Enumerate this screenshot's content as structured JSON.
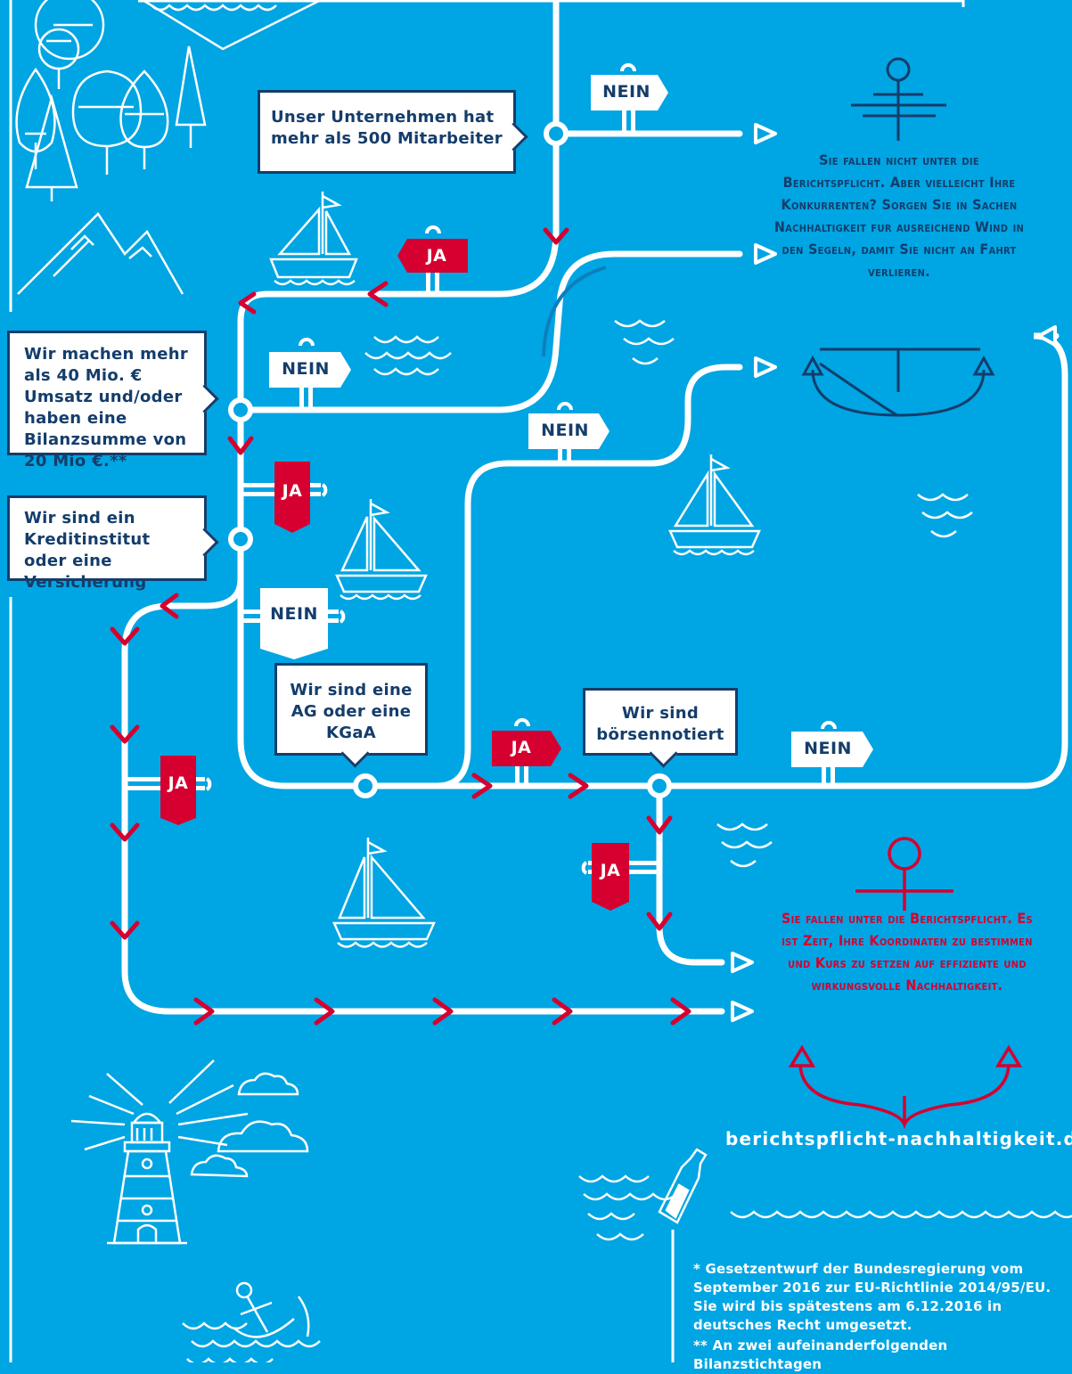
{
  "questions": {
    "employees": "Unser Unternehmen hat mehr als 500 Mitarbeiter",
    "revenue": "Wir machen mehr als 40 Mio. € Umsatz und/oder haben eine Bilanzsumme von 20 Mio €.**",
    "credit": "Wir sind ein Kreditinstitut oder eine Versicherung",
    "ag": "Wir sind eine AG oder eine KGaA",
    "listed": "Wir sind börsennotiert"
  },
  "signs": {
    "yes": "JA",
    "no": "NEIN"
  },
  "results": {
    "not_required": "Sie fallen nicht unter die Berichtspflicht. Aber vielleicht Ihre Konkurrenten? Sorgen Sie in Sachen Nachhaltigkeit fur ausreichend Wind in den Segeln, damit Sie nicht an Fahrt verlieren.",
    "required": "Sie fallen unter die Berichtspflicht. Es ist Zeit, Ihre Koordinaten zu bestimmen und Kurs zu setzen auf effiziente und wirkungsvolle Nachhaltigkeit."
  },
  "website": "berichtspflicht-nachhaltigkeit.de",
  "footnotes": {
    "star1": "* Gesetzentwurf der Bundesregierung vom September 2016 zur EU-Richtlinie 2014/95/EU. Sie wird bis spätestens am 6.12.2016 in deutsches Recht umgesetzt.",
    "star2": "** An zwei aufeinanderfolgenden Bilanzstichtagen"
  },
  "colors": {
    "background": "#00a5e3",
    "navy": "#143d6b",
    "red": "#d5002f",
    "white": "#ffffff"
  }
}
